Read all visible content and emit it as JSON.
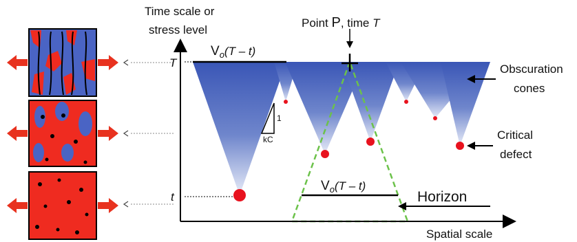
{
  "axes": {
    "y_title_line1": "Time scale or",
    "y_title_line2": "stress level",
    "x_title": "Spatial scale",
    "tick_T": "T",
    "tick_t": "t"
  },
  "annotations": {
    "point_prefix": "Point ",
    "point_P": "P",
    "point_mid": ", time ",
    "point_T": "T",
    "vo_top_V": "V",
    "vo_top_o": "o",
    "vo_top_rest": "(T – t)",
    "vo_bottom_V": "V",
    "vo_bottom_o": "o",
    "vo_bottom_rest": "(T – t)",
    "slope_rise": "1",
    "slope_run": "kC",
    "obscuration_line1": "Obscuration",
    "obscuration_line2": "cones",
    "critical_line1": "Critical",
    "critical_line2": "defect",
    "horizon": "Horizon"
  },
  "colors": {
    "cone_top": "#3a56b6",
    "cone_bottom": "#ffffff",
    "defect": "#e8121e",
    "panel_red": "#ef2b20",
    "panel_blue": "#4a64c4",
    "arrow_red": "#e8321f",
    "dashed_green": "#6cc24a"
  },
  "panels": [
    {
      "name": "panel-cracked"
    },
    {
      "name": "panel-inclusions"
    },
    {
      "name": "panel-intact"
    }
  ]
}
